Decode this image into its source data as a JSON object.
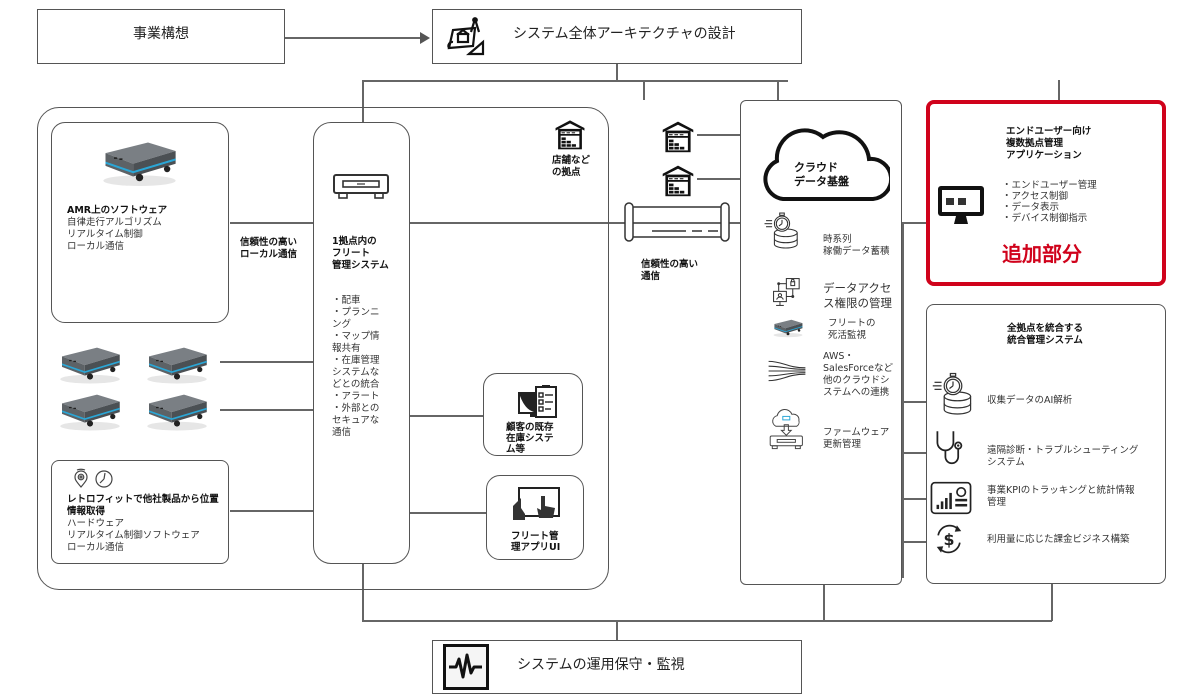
{
  "top": {
    "business_plan": "事業構想",
    "architecture_design": "システム全体アーキテクチャの設計"
  },
  "bottom": {
    "operations": "システムの運用保守・監視"
  },
  "site": {
    "amr_software": {
      "title": "AMR上のソフトウェア",
      "items": [
        "自律走行アルゴリズム",
        "リアルタイム制御",
        "ローカル通信"
      ]
    },
    "retrofit": {
      "title": "レトロフィットで他社製品から位置情報取得",
      "items": [
        "ハードウェア",
        "リアルタイム制御ソフトウェア",
        "ローカル通信"
      ]
    },
    "local_comm_label": "信頼性の高い\nローカル通信",
    "fleet_system": {
      "title": "1拠点内の\nフリート\n管理システム",
      "items": "・配車\n・プランニ\nング\n・マップ情\n報共有\n・在庫管理\nシステムな\nどとの統合\n・アラート\n・外部との\nセキュアな\n通信"
    },
    "store_label": "店舗など\nの拠点",
    "inventory_system": "顧客の既存\n在庫システ\nム等",
    "fleet_app": "フリート管\n理アプリUI"
  },
  "network": {
    "reliable_comm_label": "信頼性の高い\n通信"
  },
  "cloud": {
    "title": "クラウド\nデータ基盤",
    "features": [
      {
        "icon": "stopwatch-database-icon",
        "label": "時系列\n稼働データ蓄積"
      },
      {
        "icon": "access-control-icon",
        "label": "データアクセ\nス権限の管理"
      },
      {
        "icon": "amr-robot-icon",
        "label": "フリートの\n死活監視"
      },
      {
        "icon": "data-streams-icon",
        "label": "AWS・\nSalesForceなど\n他のクラウドシ\nステムへの連携"
      },
      {
        "icon": "cloud-download-device-icon",
        "label": "ファームウェア\n更新管理"
      }
    ]
  },
  "enduser_app": {
    "title": "エンドユーザー向け\n複数拠点管理\nアプリケーション",
    "items": [
      "・エンドユーザー管理",
      "・アクセス制御",
      "・データ表示",
      "・デバイス制御指示"
    ],
    "badge": "追加部分",
    "accent_color": "#d0021b"
  },
  "integrated_system": {
    "title": "全拠点を統合する\n統合管理システム",
    "features": [
      {
        "icon": "stopwatch-database-icon",
        "label": "収集データのAI解析"
      },
      {
        "icon": "stethoscope-icon",
        "label": "遠隔診断・トラブルシューティング\nシステム"
      },
      {
        "icon": "kpi-chart-icon",
        "label": "事業KPIのトラッキングと統計情報\n管理"
      },
      {
        "icon": "dollar-cycle-icon",
        "label": "利用量に応じた課金ビジネス構築"
      }
    ]
  }
}
